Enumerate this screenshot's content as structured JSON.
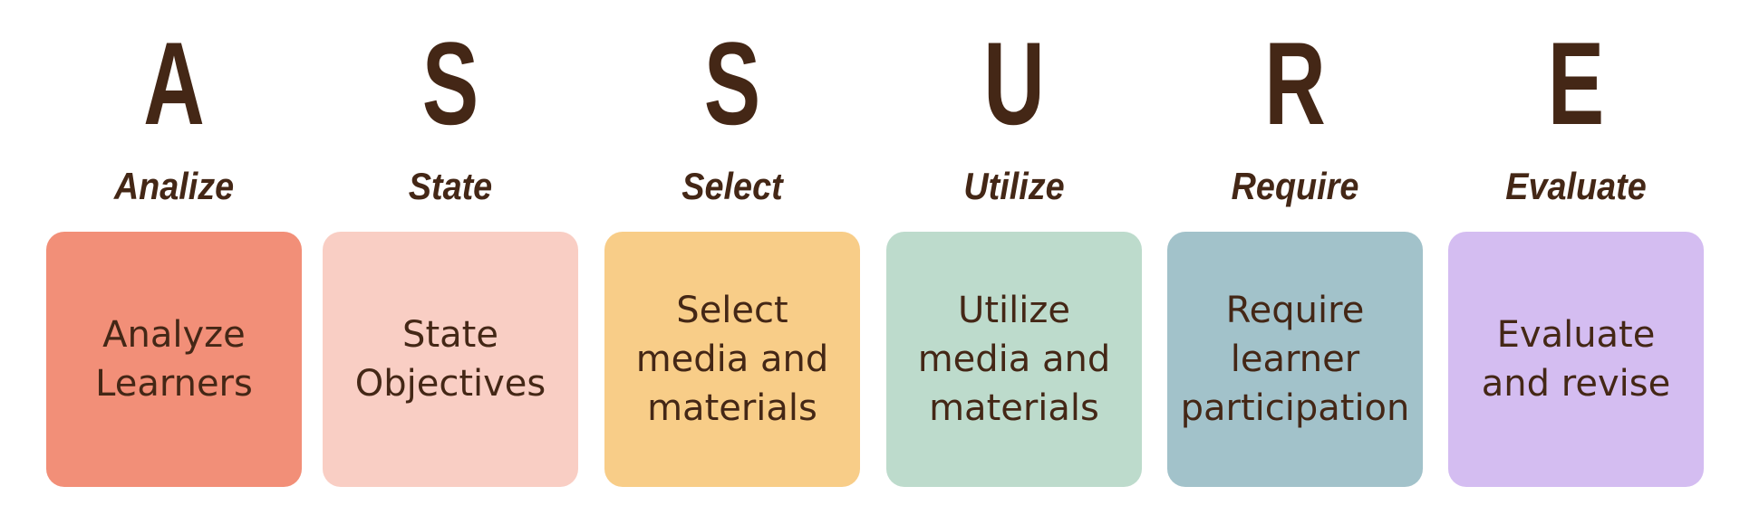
{
  "colors": {
    "text": "#442716",
    "background": "#ffffff"
  },
  "steps": [
    {
      "letter": "A",
      "word": "Analize",
      "description": "Analyze\nLearners",
      "card_color": "#f28f78"
    },
    {
      "letter": "S",
      "word": "State",
      "description": "State\nObjectives",
      "card_color": "#f9cec4"
    },
    {
      "letter": "S",
      "word": "Select",
      "description": "Select\nmedia and\nmaterials",
      "card_color": "#f8cd88"
    },
    {
      "letter": "U",
      "word": "Utilize",
      "description": "Utilize\nmedia and\nmaterials",
      "card_color": "#bddbcc"
    },
    {
      "letter": "R",
      "word": "Require",
      "description": "Require\nlearner\nparticipation",
      "card_color": "#a2c2ca"
    },
    {
      "letter": "E",
      "word": "Evaluate",
      "description": "Evaluate\nand revise",
      "card_color": "#d4bdf1"
    }
  ]
}
